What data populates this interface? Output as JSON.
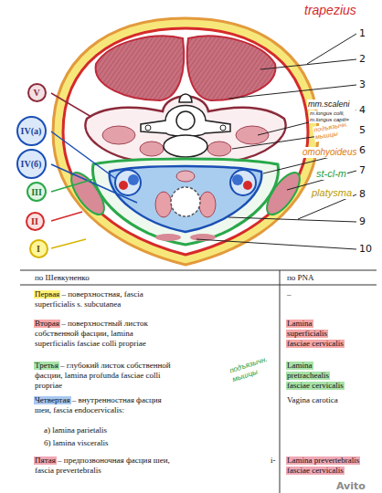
{
  "diagram": {
    "nodes": [
      {
        "text": [
          "V"
        ]
      },
      {
        "text": [
          "IV(a)"
        ]
      },
      {
        "text": [
          "IV(б)"
        ]
      },
      {
        "text": [
          "III"
        ]
      },
      {
        "text": [
          "II"
        ]
      },
      {
        "text": [
          "I"
        ]
      }
    ],
    "labels": [
      "1",
      "2",
      "3",
      "4",
      "5",
      "6",
      "7",
      "8",
      "9",
      "10",
      "trapezius",
      "mm.scaleni",
      "m.longus colli, m.longus capitis",
      "подъязычн. мышцы",
      "omohyoideus",
      "st-cl-m",
      "platysma",
      "по Шевкуненко",
      "по PNA",
      "Первая – поверхностная, fascia superficialis s. subcutanea",
      "–",
      "Вторая – поверхностный листок собственной фасции, lamina superficialis fasciae colli propriae",
      "Lamina superficialis fasciae cervicalis",
      "Третья – глубокий листок собственной фасции, lamina profunda fasciae colli propriae",
      "Lamina pretrachealis fasciae cervicalis",
      "подъязычн. мышцы",
      "Четвертая – внутренностная фасция шеи, fascia endocervicalis:",
      "а) lamina parietalis",
      "б) lamina visceralis",
      "Vagina carotica",
      "Пятая – предпозвоночная фасция шеи, fascia prevertebralis",
      "i-",
      "Lamina prevertebralis fasciae cervicalis",
      "Avito"
    ]
  }
}
